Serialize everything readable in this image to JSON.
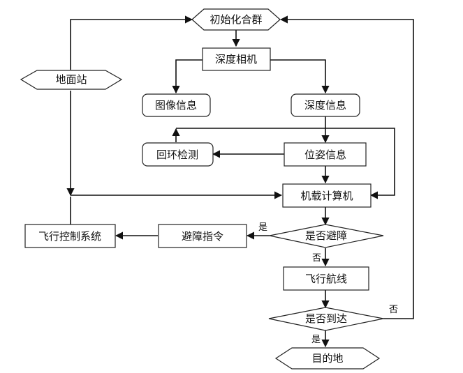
{
  "nodes": {
    "init_group": "初始化合群",
    "depth_camera": "深度相机",
    "ground_station": "地面站",
    "image_info": "图像信息",
    "depth_info": "深度信息",
    "loop_detection": "回环检测",
    "pose_info": "位姿信息",
    "onboard_computer": "机载计算机",
    "flight_control": "飞行控制系统",
    "avoid_command": "避障指令",
    "avoid_decision": "是否避障",
    "flight_route": "飞行航线",
    "arrive_decision": "是否到达",
    "destination": "目的地"
  },
  "edge_labels": {
    "avoid_yes": "是",
    "avoid_no": "否",
    "arrive_yes": "是",
    "arrive_no": "否"
  }
}
